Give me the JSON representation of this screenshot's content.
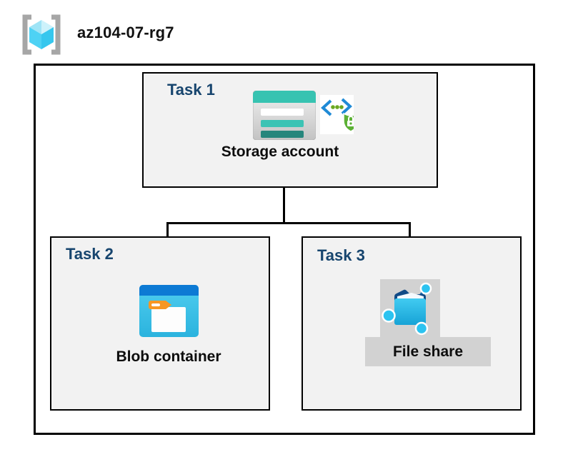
{
  "header": {
    "resource_group_name": "az104-07-rg7",
    "icon": "azure-resource-group-icon"
  },
  "diagram": {
    "tasks": [
      {
        "label": "Task 1",
        "item": "Storage account",
        "icons": [
          "storage-account-icon",
          "secure-access-sas-icon"
        ]
      },
      {
        "label": "Task 2",
        "item": "Blob container",
        "icons": [
          "blob-container-icon"
        ]
      },
      {
        "label": "Task 3",
        "item": "File share",
        "icons": [
          "file-share-icon"
        ]
      }
    ],
    "connections": [
      {
        "from": "Storage account",
        "to": "Blob container"
      },
      {
        "from": "Storage account",
        "to": "File share"
      }
    ]
  },
  "colors": {
    "task_heading": "#17456e",
    "box_fill": "#f2f2f2",
    "highlight_gray": "#d2d2d2",
    "border": "#000000",
    "storage_teal": "#37c3b1",
    "storage_teal_dark": "#26867c",
    "blob_blue": "#0d7ad4",
    "blob_cyan": "#45c8ec",
    "tag_orange": "#f79722",
    "shield_green": "#5cb135",
    "bracket_gray": "#a6a6a6",
    "cube_cyan": "#4fd2f3",
    "node_blue": "#2cc3f0",
    "link_navy": "#1767a8"
  }
}
